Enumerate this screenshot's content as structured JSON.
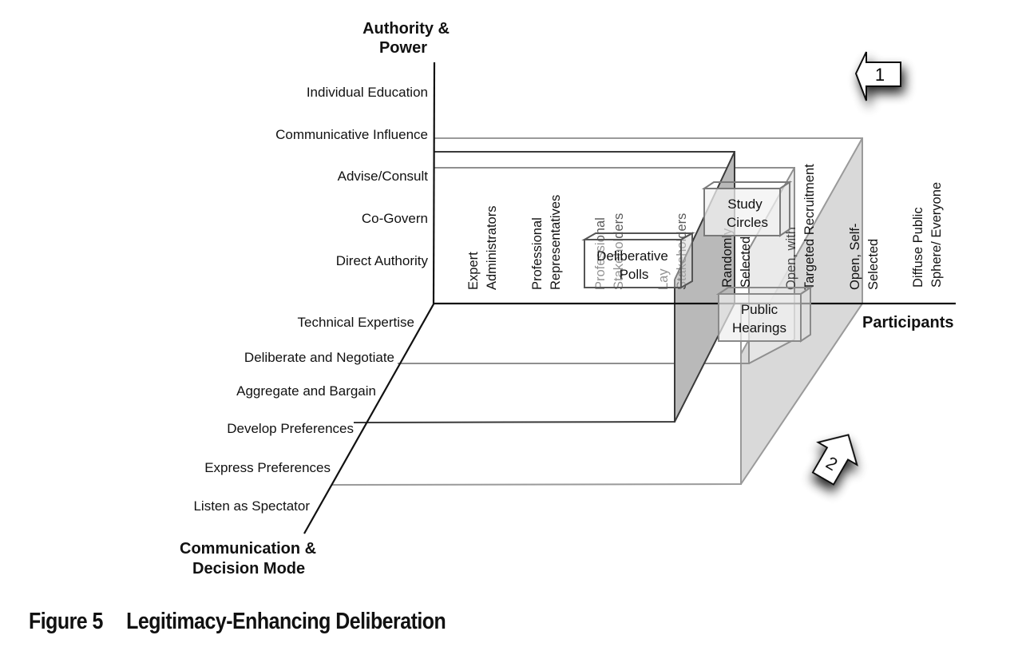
{
  "figure": {
    "label": "Figure 5",
    "title": "Legitimacy-Enhancing Deliberation"
  },
  "axes": {
    "vertical": {
      "title_line1": "Authority &",
      "title_line2": "Power",
      "ticks": [
        "Individual Education",
        "Communicative Influence",
        "Advise/Consult",
        "Co-Govern",
        "Direct Authority"
      ]
    },
    "horizontal": {
      "title": "Participants",
      "ticks": [
        [
          "Expert",
          "Administrators"
        ],
        [
          "Professional",
          "Representatives"
        ],
        [
          "Professional",
          "Stakeholders"
        ],
        [
          "Lay",
          "Stakeholders"
        ],
        [
          "Randomly",
          "Selected"
        ],
        [
          "Open, with",
          "Targeted Recruitment"
        ],
        [
          "Open, Self-",
          "Selected"
        ],
        [
          "Diffuse Public",
          "Sphere/ Everyone"
        ]
      ]
    },
    "depth": {
      "title_line1": "Communication &",
      "title_line2": "Decision Mode",
      "ticks": [
        "Technical Expertise",
        "Deliberate and Negotiate",
        "Aggregate and Bargain",
        "Develop Preferences",
        "Express Preferences",
        "Listen as Spectator"
      ]
    }
  },
  "boxes": [
    {
      "line1": "Deliberative",
      "line2": "Polls"
    },
    {
      "line1": "Study",
      "line2": "Circles"
    },
    {
      "line1": "Public",
      "line2": "Hearings"
    }
  ],
  "callouts": [
    {
      "number": "1",
      "direction": "left"
    },
    {
      "number": "2",
      "direction": "up-right"
    }
  ],
  "colors": {
    "dark_plane": "#b9b9b9",
    "mid_plane": "#d6d6d6",
    "light_plane": "#d9d9d9",
    "axis": "#111111",
    "box_stroke": "#7a7a7a"
  }
}
